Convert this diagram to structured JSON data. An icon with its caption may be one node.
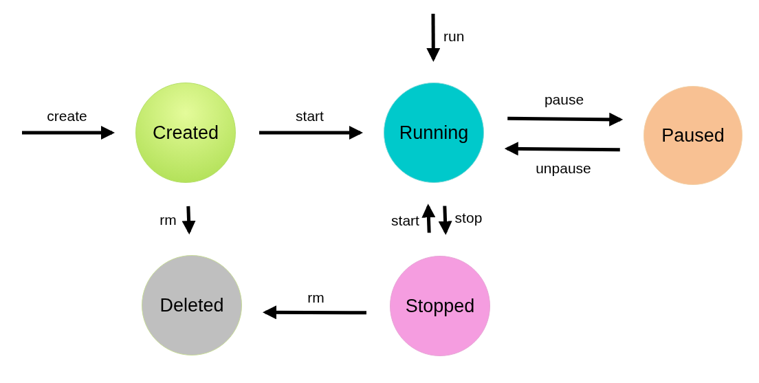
{
  "diagram": {
    "nodes": [
      {
        "text": [
          "Created"
        ]
      },
      {
        "text": [
          "Running"
        ]
      },
      {
        "text": [
          "Paused"
        ]
      },
      {
        "text": [
          "Deleted"
        ]
      },
      {
        "text": [
          "Stopped"
        ]
      }
    ],
    "edges": [
      {
        "from": null,
        "to": 0,
        "arrow": "to",
        "label": "create"
      },
      {
        "from": 0,
        "to": 1,
        "arrow": "to",
        "label": "start"
      },
      {
        "from": null,
        "to": 1,
        "arrow": "to",
        "label": "run"
      },
      {
        "from": 1,
        "to": 2,
        "arrow": "to",
        "label": "pause"
      },
      {
        "from": 2,
        "to": 1,
        "arrow": "to",
        "label": "unpause"
      },
      {
        "from": 0,
        "to": 3,
        "arrow": "to",
        "label": "rm"
      },
      {
        "from": 4,
        "to": 1,
        "arrow": "to",
        "label": "start"
      },
      {
        "from": 1,
        "to": 4,
        "arrow": "to",
        "label": "stop"
      },
      {
        "from": 4,
        "to": 3,
        "arrow": "to",
        "label": "rm"
      }
    ]
  }
}
